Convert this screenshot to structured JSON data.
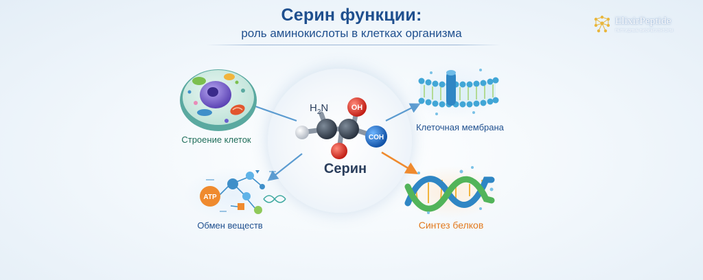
{
  "header": {
    "title": "Серин функции:",
    "subtitle": "роль аминокислоты в клетках организма"
  },
  "logo": {
    "name": "ElixirPeptide",
    "tagline": "ПЕПТИДНЫЕ БИОРЕГУЛЯТОРЫ",
    "icon": "molecule-grid-icon"
  },
  "center": {
    "label": "Серин",
    "atoms": {
      "amine": "H2N",
      "hydroxyl": "OH",
      "carboxyl": "COH"
    }
  },
  "functions": [
    {
      "label": "Строение клеток",
      "icon": "cell-icon"
    },
    {
      "label": "Клеточная мембрана",
      "icon": "membrane-icon"
    },
    {
      "label": "Обмен веществ",
      "icon": "metabolism-icon"
    },
    {
      "label": "Синтез белков",
      "icon": "dna-helix-icon"
    }
  ],
  "metabolism": {
    "atp_label": "ATP"
  },
  "colors": {
    "title": "#1f4f8e",
    "cell_label": "#1f6e5a",
    "protein_label": "#e2791c",
    "arrow_blue": "#5b9bd0",
    "arrow_orange": "#ef8a2e"
  }
}
